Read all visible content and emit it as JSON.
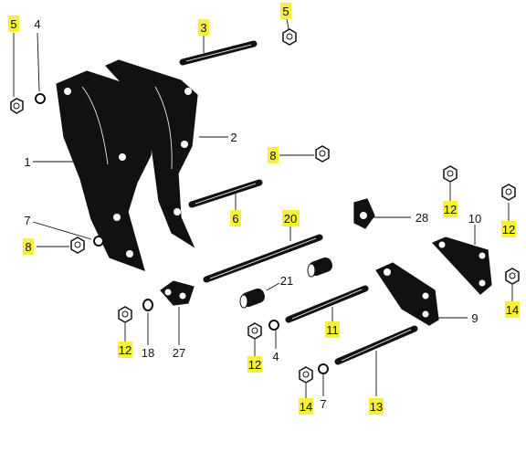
{
  "colors": {
    "highlight": "#f7ef3a",
    "ink": "#111111",
    "background": "#ffffff"
  },
  "callouts": [
    {
      "id": "c5a",
      "text": "5",
      "highlighted": true
    },
    {
      "id": "c4a",
      "text": "4",
      "highlighted": false
    },
    {
      "id": "c3",
      "text": "3",
      "highlighted": true
    },
    {
      "id": "c5b",
      "text": "5",
      "highlighted": true
    },
    {
      "id": "c2",
      "text": "2",
      "highlighted": false
    },
    {
      "id": "c1",
      "text": "1",
      "highlighted": false
    },
    {
      "id": "c8a",
      "text": "8",
      "highlighted": true
    },
    {
      "id": "c6",
      "text": "6",
      "highlighted": true
    },
    {
      "id": "c7a",
      "text": "7",
      "highlighted": false
    },
    {
      "id": "c8b",
      "text": "8",
      "highlighted": true
    },
    {
      "id": "c20",
      "text": "20",
      "highlighted": true
    },
    {
      "id": "c28",
      "text": "28",
      "highlighted": false
    },
    {
      "id": "c12a",
      "text": "12",
      "highlighted": true
    },
    {
      "id": "c10",
      "text": "10",
      "highlighted": false
    },
    {
      "id": "c12b",
      "text": "12",
      "highlighted": true
    },
    {
      "id": "c21",
      "text": "21",
      "highlighted": false
    },
    {
      "id": "c12c",
      "text": "12",
      "highlighted": true
    },
    {
      "id": "c18",
      "text": "18",
      "highlighted": false
    },
    {
      "id": "c27",
      "text": "27",
      "highlighted": false
    },
    {
      "id": "c11",
      "text": "11",
      "highlighted": true
    },
    {
      "id": "c9",
      "text": "9",
      "highlighted": false
    },
    {
      "id": "c14a",
      "text": "14",
      "highlighted": true
    },
    {
      "id": "c12d",
      "text": "12",
      "highlighted": true
    },
    {
      "id": "c4b",
      "text": "4",
      "highlighted": false
    },
    {
      "id": "c14b",
      "text": "14",
      "highlighted": true
    },
    {
      "id": "c7b",
      "text": "7",
      "highlighted": false
    },
    {
      "id": "c13",
      "text": "13",
      "highlighted": true
    }
  ]
}
